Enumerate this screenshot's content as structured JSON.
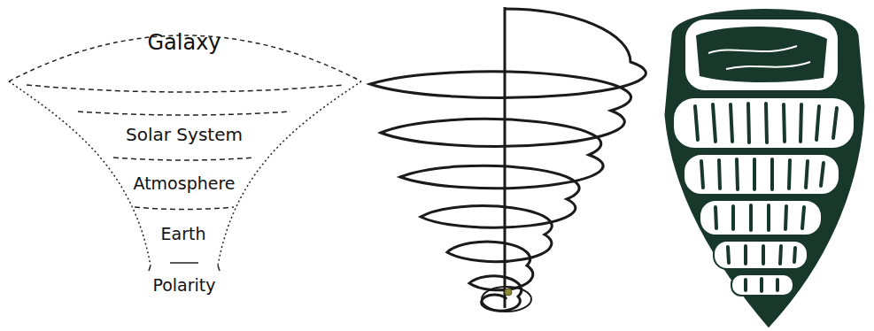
{
  "diagram": {
    "nodes": [
      {
        "text": [
          "Galaxy"
        ]
      },
      {
        "text": [
          "Solar System"
        ]
      },
      {
        "text": [
          "Atmosphere"
        ]
      },
      {
        "text": [
          "Earth"
        ]
      },
      {
        "text": [
          "Polarity"
        ]
      }
    ]
  }
}
